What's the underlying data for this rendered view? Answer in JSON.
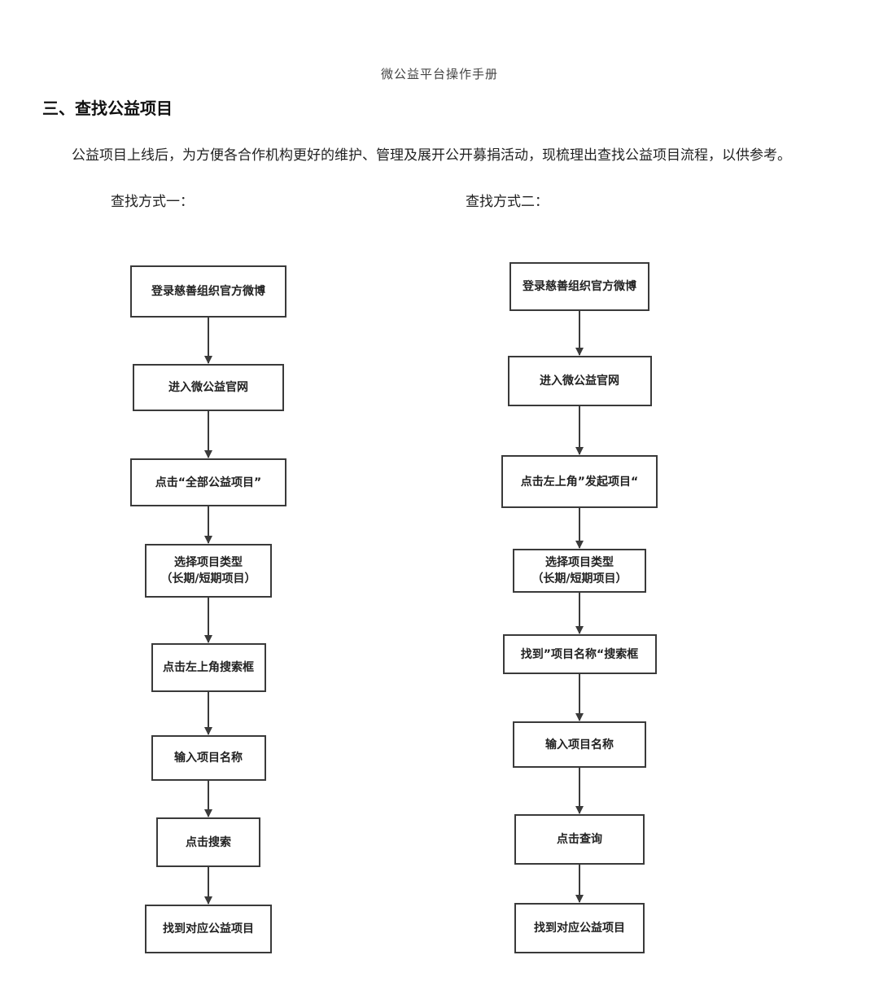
{
  "document": {
    "header": "微公益平台操作手册",
    "section_heading": "三、查找公益项目",
    "intro": "公益项目上线后，为方便各合作机构更好的维护、管理及展开公开募捐活动，现梳理出查找公益项目流程，以供参考。"
  },
  "flow_one": {
    "label": "查找方式一：",
    "steps": [
      "登录慈善组织官方微博",
      "进入微公益官网",
      "点击“全部公益项目”",
      "选择项目类型\n（长期/短期项目）",
      "点击左上角搜索框",
      "输入项目名称",
      "点击搜索",
      "找到对应公益项目"
    ]
  },
  "flow_two": {
    "label": "查找方式二：",
    "steps": [
      "登录慈善组织官方微博",
      "进入微公益官网",
      "点击左上角”发起项目“",
      "选择项目类型\n（长期/短期项目）",
      "找到”项目名称“搜索框",
      "输入项目名称",
      "点击查询",
      "找到对应公益项目"
    ]
  }
}
